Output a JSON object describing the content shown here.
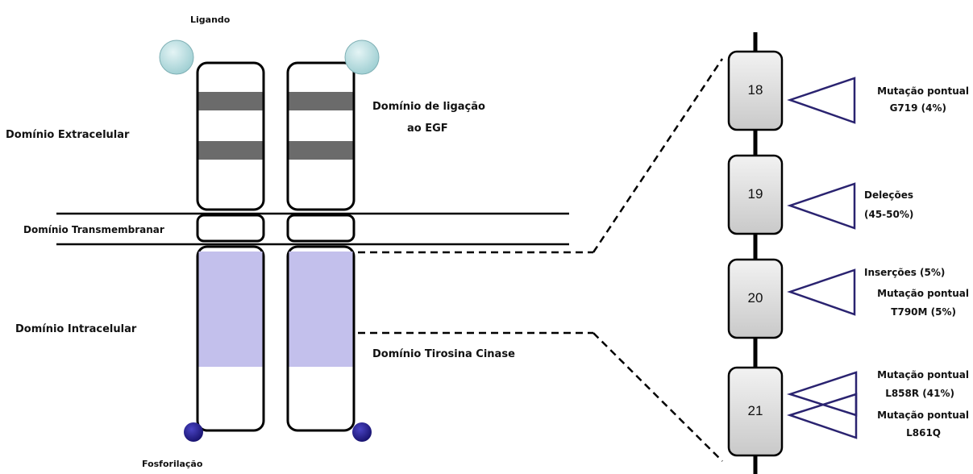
{
  "ligand_label": "Ligando",
  "phosphorylation_label": "Fosforilação",
  "domains": {
    "extracellular": "Domínio Extracelular",
    "transmembrane": "Domínio Transmembranar",
    "intracellular": "Domínio Intracelular",
    "egf_binding_line1": "Domínio de ligação",
    "egf_binding_line2": "ao EGF",
    "tyrosine_kinase": "Domínio Tirosina Cinase"
  },
  "exons": [
    {
      "number": "18",
      "mutations": [
        "Mutação pontual",
        "G719 (4%)"
      ]
    },
    {
      "number": "19",
      "mutations": [
        "Deleções",
        "(45-50%)"
      ]
    },
    {
      "number": "20",
      "mutations": [
        "Inserções (5%)",
        "Mutação pontual",
        "T790M (5%)"
      ]
    },
    {
      "number": "21",
      "mutations": [
        "Mutação pontual",
        "L858R (41%)",
        "Mutação pontual",
        "L861Q"
      ]
    }
  ],
  "colors": {
    "ligand": "#b8dde0",
    "phospho": "#1f1a8a",
    "band": "#6b6b6b",
    "intracellular_fill": "#c3c0ec",
    "triangle": "#2a2370",
    "exon_box": "#d9d9d9"
  }
}
